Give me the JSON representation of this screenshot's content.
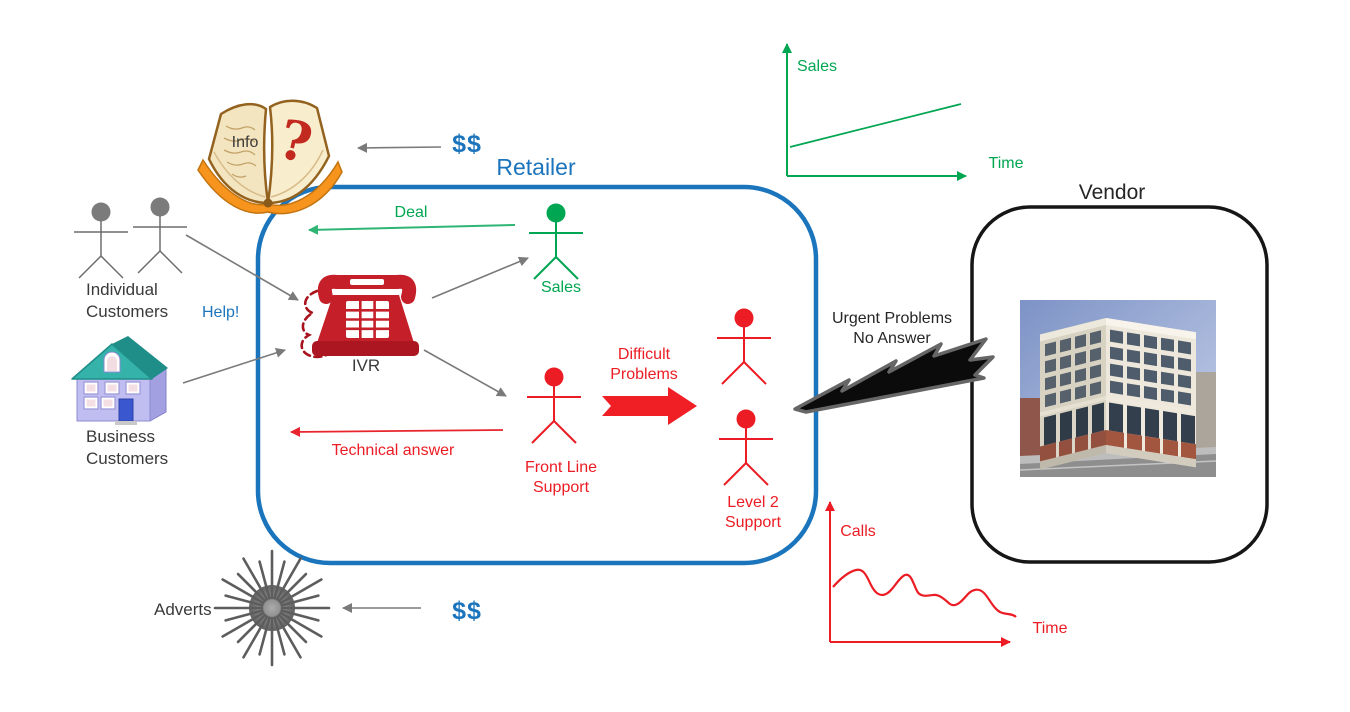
{
  "colors": {
    "blue_accent": "#1C75BC",
    "green_accent": "#00A651",
    "red_accent": "#EC1C24",
    "arrow_gray": "#7A7A7A",
    "ink": "#262626",
    "phone_red": "#C5202A",
    "book_orange": "#F7941D",
    "roof_teal": "#35B2AA"
  },
  "labels": {
    "info": "Info",
    "money_top": "$$",
    "retailer": "Retailer",
    "vendor": "Vendor",
    "individual_customers": "Individual\nCustomers",
    "help": "Help!",
    "business_customers": "Business\nCustomers",
    "deal": "Deal",
    "sales_person": "Sales",
    "ivr": "IVR",
    "difficult_problems": "Difficult\nProblems",
    "front_line_support": "Front Line\nSupport",
    "level2_support": "Level 2\nSupport",
    "technical_answer": "Technical answer",
    "urgent_problems": "Urgent Problems\nNo Answer",
    "adverts": "Adverts",
    "money_bottom": "$$"
  },
  "icons": {
    "info_book_icon": "open-book-with-red-question-mark",
    "ivr_phone_icon": "red-desk-telephone-with-cord",
    "individual_customer_icons": "two-gray-stick-figures",
    "business_customer_icon": "house-with-teal-roof",
    "adverts_icon": "gray-starburst",
    "urgent_icon": "black-lightning-bolt",
    "vendor_icon": "office-building-photo",
    "sales_icon": "green-stick-figure",
    "support_icons": "red-stick-figures"
  },
  "chart_data": [
    {
      "type": "line",
      "title": "Sales over time (retailer outcome)",
      "xlabel": "Time",
      "ylabel": "Sales",
      "x": [
        0,
        100
      ],
      "y": [
        22,
        52
      ],
      "ylim": [
        0,
        100
      ],
      "trend": "steadily increasing straight line",
      "grid": false,
      "legend_position": "none",
      "color": "#00A651"
    },
    {
      "type": "line",
      "title": "Support calls over time",
      "xlabel": "Time",
      "ylabel": "Calls",
      "x": [
        0,
        12,
        25,
        37,
        50,
        62,
        75,
        87,
        100
      ],
      "y": [
        41,
        51,
        34,
        49,
        34,
        28,
        39,
        21,
        19
      ],
      "ylim": [
        0,
        100
      ],
      "trend": "wavy, gradually declining",
      "grid": false,
      "legend_position": "none",
      "color": "#EC1C24"
    }
  ]
}
